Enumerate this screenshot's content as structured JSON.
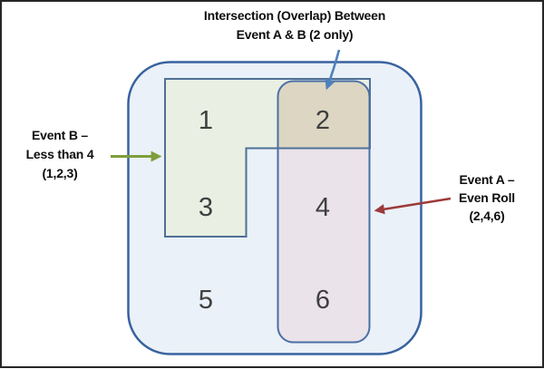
{
  "title": {
    "line1": "Intersection (Overlap) Between",
    "line2": "Event A & B (2 only)"
  },
  "event_b_label": {
    "line1": "Event B –",
    "line2": "Less than 4",
    "line3": "(1,2,3)"
  },
  "event_a_label": {
    "line1": "Event A –",
    "line2": "Even Roll",
    "line3": "(2,4,6)"
  },
  "sample_space": {
    "event_b_only": [
      "1",
      "3"
    ],
    "intersection": [
      "2"
    ],
    "event_a_only": [
      "4",
      "6"
    ],
    "neither": [
      "5"
    ]
  },
  "colors": {
    "frame_border": "#262626",
    "universe_fill": "#eaf1f8",
    "universe_border": "#38629f",
    "event_b_fill": "#e9efe3",
    "event_b_border": "#4f7096",
    "event_a_fill": "#eae3e9",
    "event_a_border": "#4a6fa6",
    "intersection_fill": "#dcd6c3",
    "number_color": "#3f3f3f",
    "intersection_arrow": "#4f81bd",
    "event_b_arrow": "#7e9e3c",
    "event_a_arrow": "#9c3a3a"
  }
}
